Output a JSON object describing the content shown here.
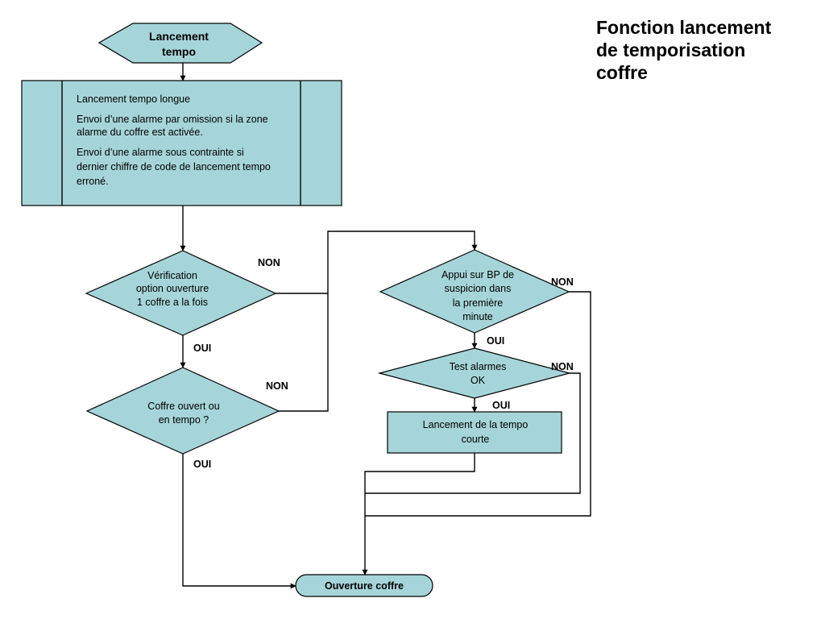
{
  "title": [
    "Fonction lancement",
    "de temporisation",
    "coffre"
  ],
  "nodes": {
    "start": [
      "Lancement",
      "tempo"
    ],
    "process_long": [
      "Lancement tempo longue",
      "Envoi d’une alarme par omission si la zone",
      "alarme du coffre est activée.",
      "Envoi d’une alarme sous contrainte si",
      "dernier chiffre de code de lancement tempo",
      "erroné."
    ],
    "decision_option": [
      "Vérification",
      "option ouverture",
      "1 coffre a la fois"
    ],
    "decision_coffre": [
      "Coffre ouvert ou",
      "en tempo ?"
    ],
    "decision_bp": [
      "Appui sur BP de",
      "suspicion dans",
      "la première",
      "minute"
    ],
    "decision_test": [
      "Test alarmes",
      "OK"
    ],
    "process_short": [
      "Lancement de la tempo",
      "courte"
    ],
    "end": "Ouverture coffre"
  },
  "edge_labels": {
    "option_no": "NON",
    "option_yes": "OUI",
    "coffre_no": "NON",
    "coffre_yes": "OUI",
    "bp_no": "NON",
    "bp_yes": "OUI",
    "test_no": "NON",
    "test_yes": "OUI"
  },
  "colors": {
    "fill": "#a6d5d9",
    "stroke": "#000000"
  }
}
